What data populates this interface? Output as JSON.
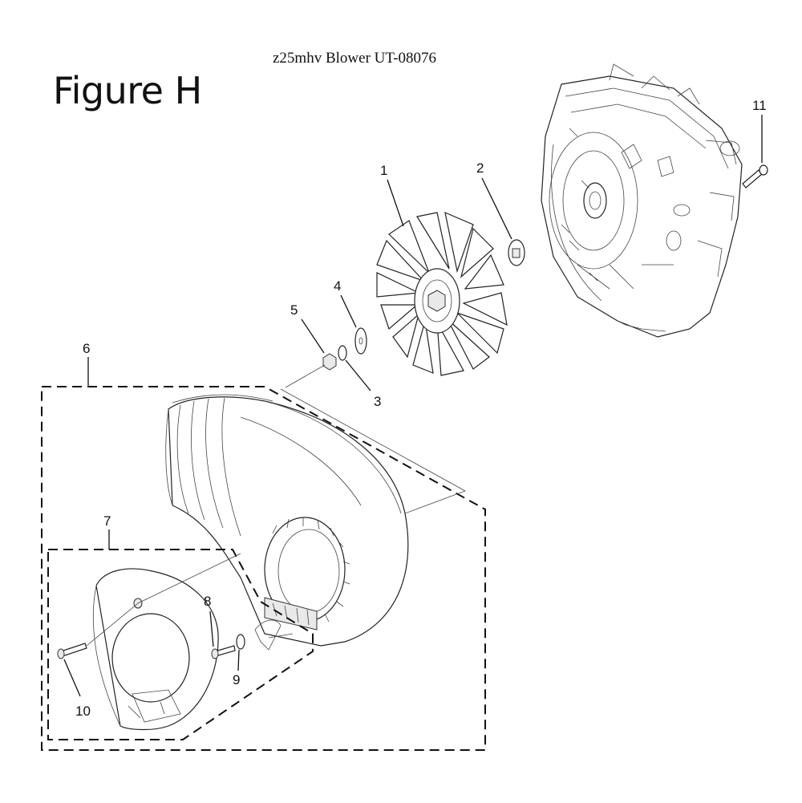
{
  "figure": {
    "title": "Figure H",
    "caption": "z25mhv Blower UT-08076"
  },
  "callouts": [
    {
      "id": "1",
      "label": "1"
    },
    {
      "id": "2",
      "label": "2"
    },
    {
      "id": "3",
      "label": "3"
    },
    {
      "id": "4",
      "label": "4"
    },
    {
      "id": "5",
      "label": "5"
    },
    {
      "id": "6",
      "label": "6"
    },
    {
      "id": "7",
      "label": "7"
    },
    {
      "id": "8",
      "label": "8"
    },
    {
      "id": "9",
      "label": "9"
    },
    {
      "id": "10",
      "label": "10"
    },
    {
      "id": "11",
      "label": "11"
    }
  ]
}
